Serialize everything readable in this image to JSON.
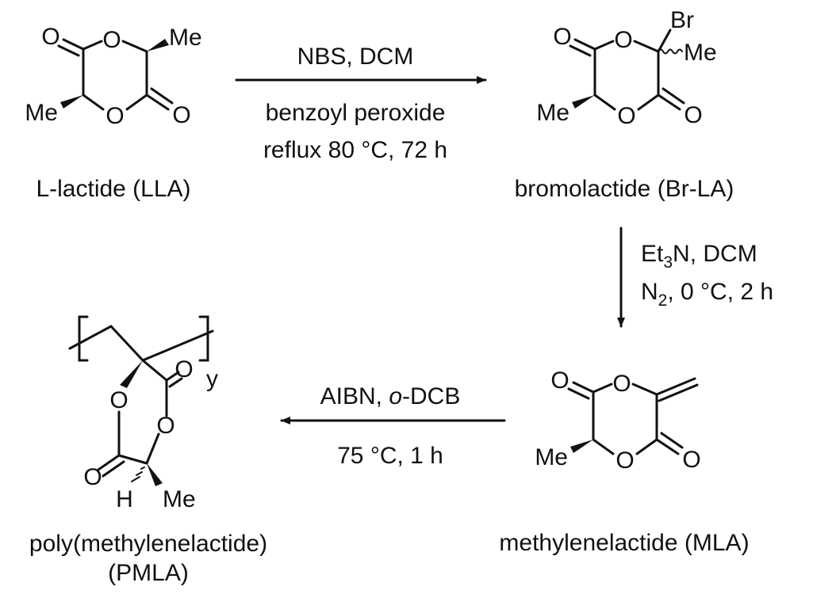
{
  "compounds": {
    "lla": {
      "caption": "L-lactide (LLA)",
      "atoms": {
        "o_ring_top": "O",
        "o_ring_bottom": "O",
        "o_carbonyl_left": "O",
        "o_carbonyl_right": "O",
        "me_top": "Me",
        "me_bottom": "Me"
      }
    },
    "brla": {
      "caption": "bromolactide (Br-LA)",
      "atoms": {
        "br": "Br",
        "o_ring_top": "O",
        "o_ring_bottom": "O",
        "o_carbonyl_left": "O",
        "o_carbonyl_right": "O",
        "me_right": "Me",
        "me_bottom": "Me"
      }
    },
    "mla": {
      "caption": "methylenelactide (MLA)",
      "atoms": {
        "o_ring_top": "O",
        "o_ring_bottom": "O",
        "o_carbonyl_left": "O",
        "o_carbonyl_right": "O",
        "me_bottom": "Me"
      }
    },
    "pmla": {
      "caption_line1": "poly(methylenelactide)",
      "caption_line2": "(PMLA)",
      "atoms": {
        "o_carbonyl_top": "O",
        "o_ring_upper": "O",
        "o_ring_right": "O",
        "o_carbonyl_left": "O",
        "h": "H",
        "me": "Me",
        "repeat_index": "y"
      }
    }
  },
  "steps": {
    "step1": {
      "line1": "NBS, DCM",
      "line2": "benzoyl peroxide",
      "line3": "reflux 80 °C, 72 h"
    },
    "step2": {
      "line1_a": "Et",
      "line1_sub": "3",
      "line1_b": "N, DCM",
      "line2_a": "N",
      "line2_sub": "2",
      "line2_b": ", 0 °C, 2 h"
    },
    "step3": {
      "line1_a": "AIBN, ",
      "line1_italic": "o",
      "line1_b": "-DCB",
      "line2": "75 °C, 1 h"
    }
  }
}
